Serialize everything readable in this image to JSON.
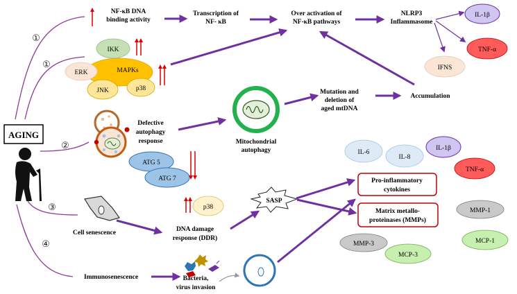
{
  "colors": {
    "purple_arrow": "#7030a0",
    "branch_line": "#8e3a9a",
    "red_arrow": "#e00000",
    "ikk_fill": "#c5e0b4",
    "mapk_fill": "#ffc000",
    "erk_fill": "#fbe5d6",
    "atg_fill": "#9dc3e6",
    "il1b_fill": "#cfc6f2",
    "tnfa_fill": "#ff5b5b",
    "ifns_fill": "#fbe5d6",
    "il6_fill": "#deebf7",
    "mmp_grey": "#c9c9c9",
    "mcp_green": "#c6efb0",
    "mito_ring": "#22b14c",
    "box_border": "#c00000"
  },
  "aging_label": "AGING",
  "branch_numbers": [
    "①",
    "①",
    "②",
    "③",
    "④"
  ],
  "nfkb_binding": [
    "NF-κB DNA",
    "binding activity"
  ],
  "transcription": [
    "Transcription of",
    "NF- κB"
  ],
  "overactivation": [
    "Over activation of",
    "NF-κB pathways"
  ],
  "nlrp3": [
    "NLRP3",
    "Inflammasome"
  ],
  "il1b": "IL-1β",
  "tnfa": "TNF-α",
  "ifns": "IFNS",
  "ikk": "IKK",
  "erk": "ERK",
  "mapks": "MAPKs",
  "jnk": "JNK",
  "p38": "p38",
  "mutation": [
    "Mutation and",
    "deletion of",
    "aged mtDNA"
  ],
  "accumulation": "Accumulation",
  "defective": [
    "Defective",
    "autophagy",
    "response"
  ],
  "mito_autophagy": [
    "Mitochondrial",
    "autophagy"
  ],
  "atg5": "ATG 5",
  "atg7": "ATG 7",
  "il6": "IL-6",
  "il8": "IL-8",
  "sasp": "SASP",
  "pro_inflam": [
    "Pro-inflammatory",
    "cytokines"
  ],
  "matrix": [
    "Matrix metallo-",
    "proteinases (MMPs)"
  ],
  "mmp1": "MMP-1",
  "mmp3": "MMP-3",
  "mcp1": "MCP-1",
  "mcp3": "MCP-3",
  "cell_senescence": "Cell senescence",
  "dna_damage": [
    "DNA damage",
    "response (DDR)"
  ],
  "immuno": "Immunosenescence",
  "bacteria": [
    "Bacteria,",
    "virus invasion"
  ]
}
